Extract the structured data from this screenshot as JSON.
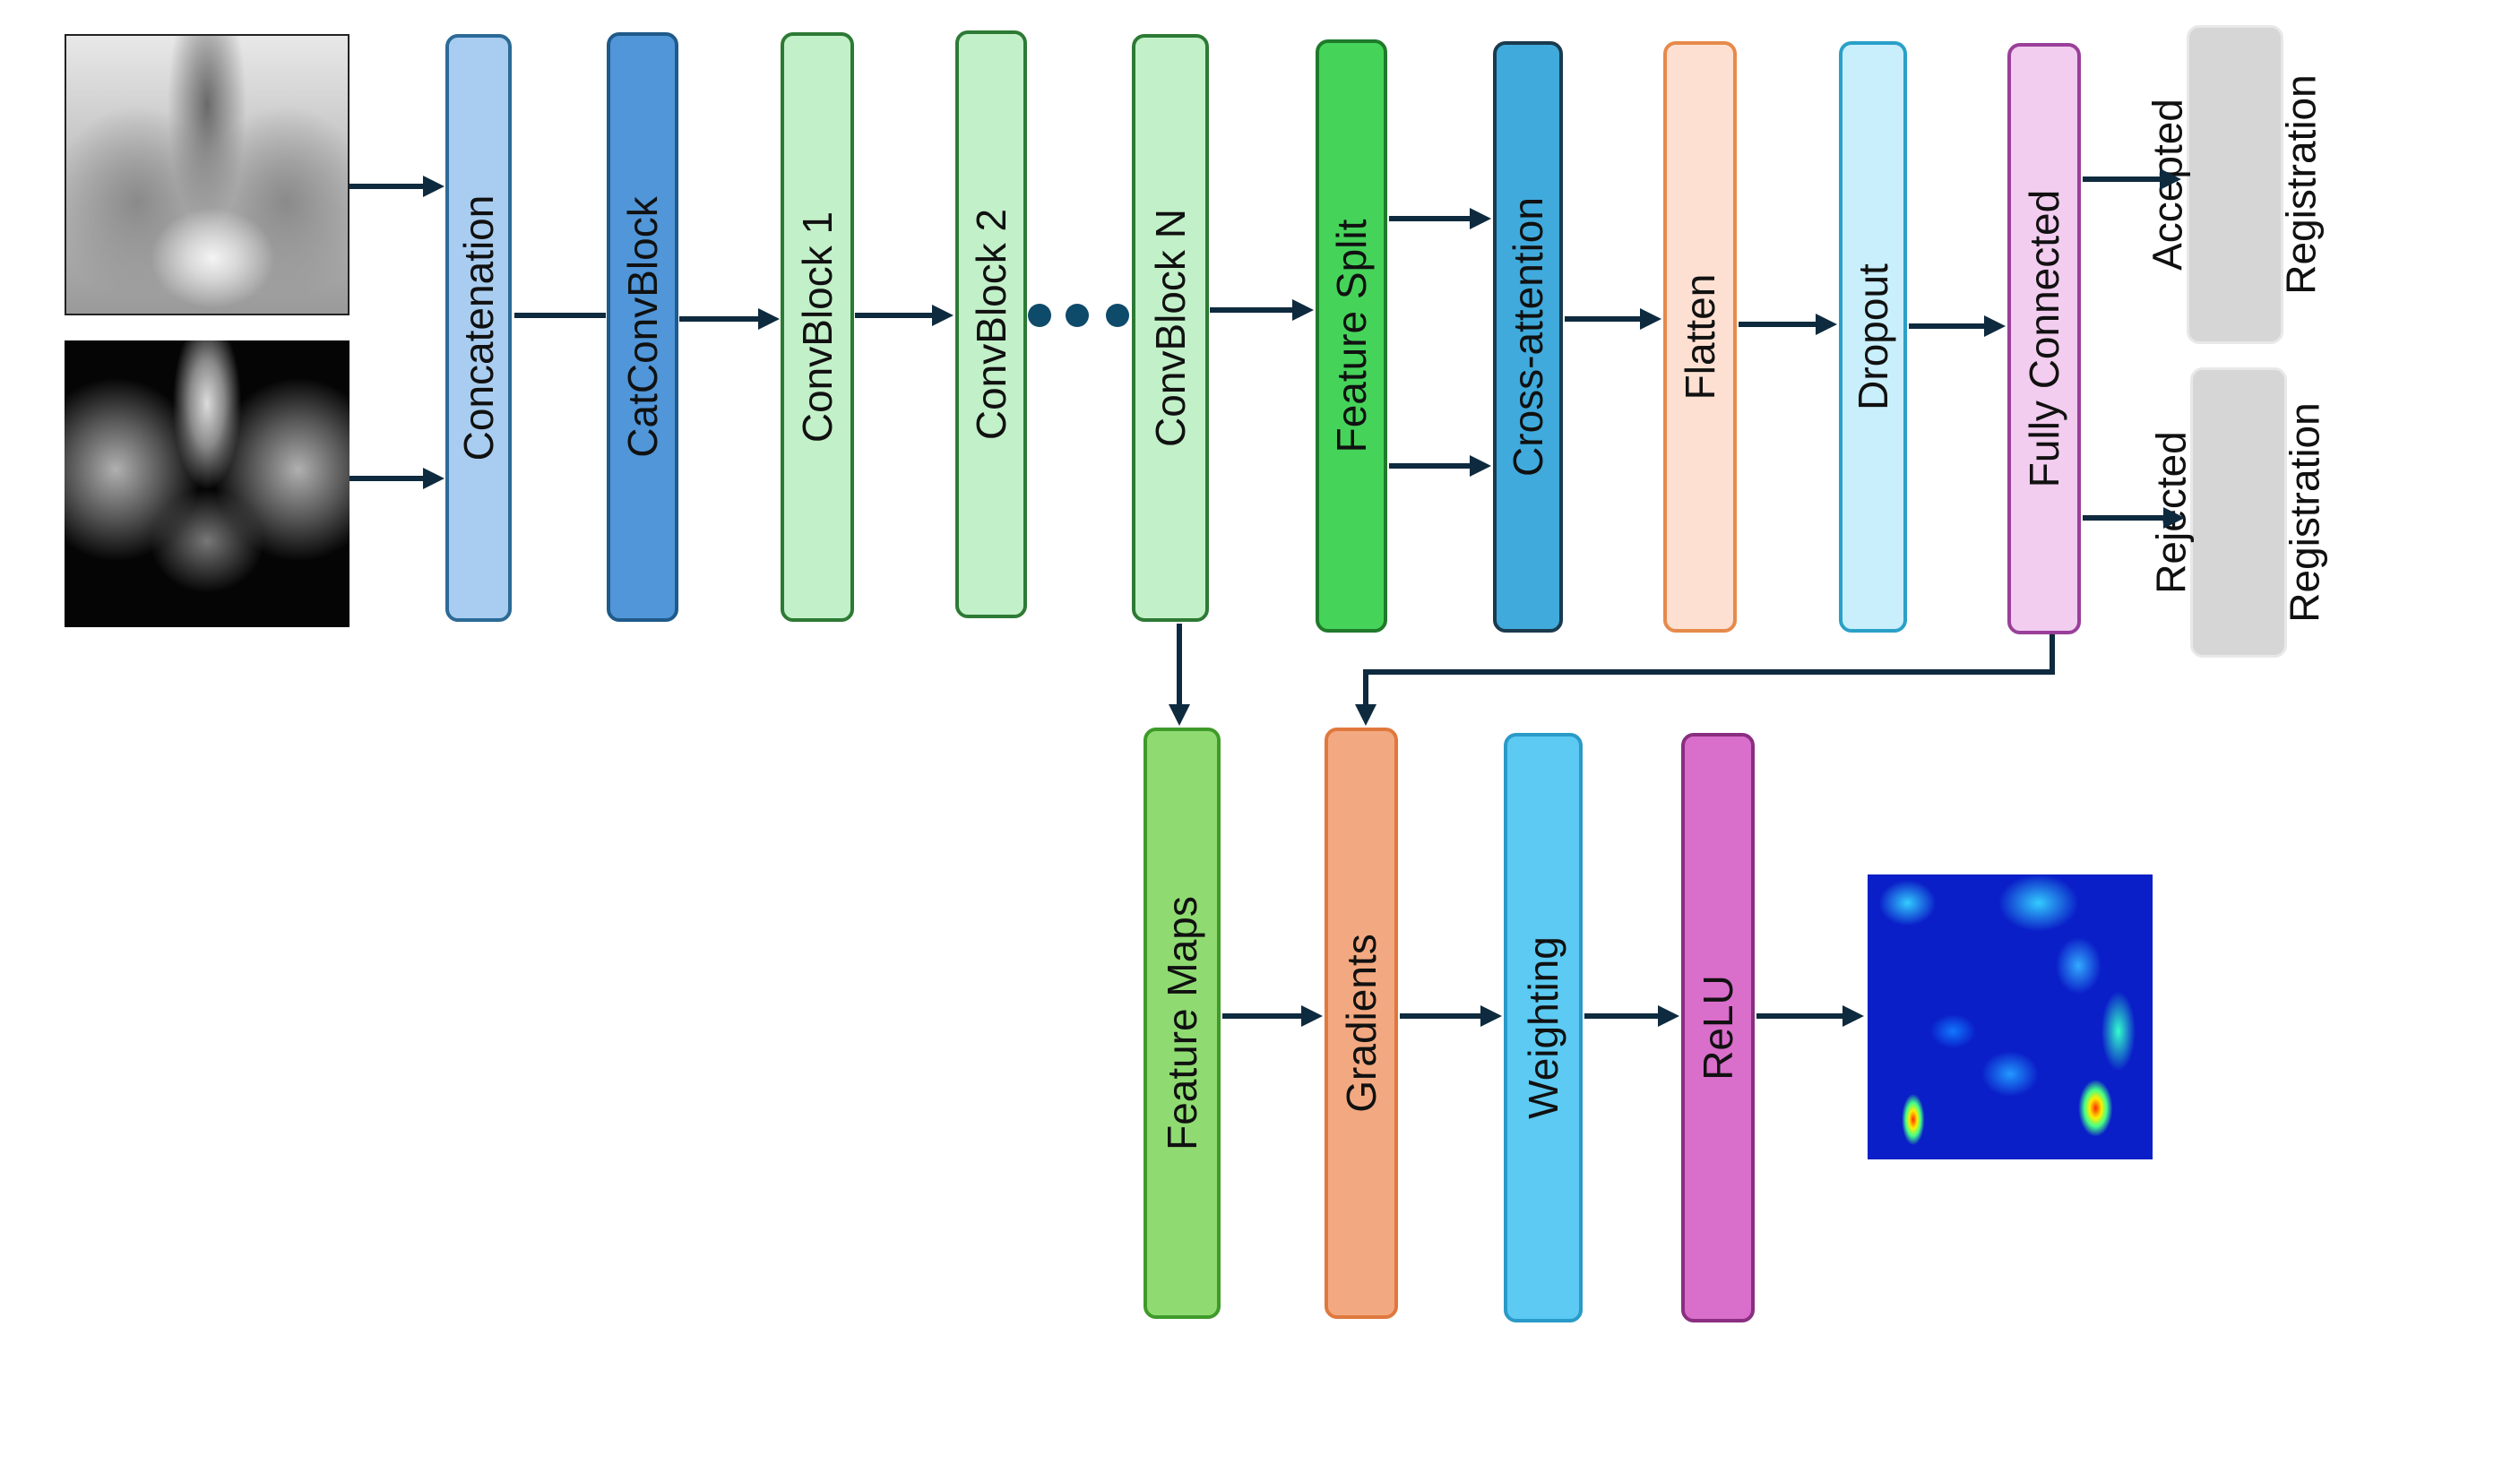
{
  "blocks": {
    "concatenation": "Concatenation",
    "catconvblock": "CatConvBlock",
    "convblock1": "ConvBlock 1",
    "convblock2": "ConvBlock 2",
    "convblockN": "ConvBlock N",
    "feature_split": "Feature Split",
    "cross_attention": "Cross-attention",
    "flatten": "Flatten",
    "dropout": "Dropout",
    "fully_connected": "Fully Connected",
    "feature_maps": "Feature Maps",
    "gradients": "Gradients",
    "weighting": "Weighting",
    "relu": "ReLU"
  },
  "outputs": {
    "accepted": [
      "Accepted",
      "Registration"
    ],
    "rejected": [
      "Rejected",
      "Registration"
    ]
  },
  "colors": {
    "concatenation": {
      "fill": "#a9cdf0",
      "stroke": "#2c6a97"
    },
    "catconvblock": {
      "fill": "#5096d8",
      "stroke": "#1f5a8a"
    },
    "convblock": {
      "fill": "#c2f0c8",
      "stroke": "#2d7a35"
    },
    "feature_split": {
      "fill": "#46d35a",
      "stroke": "#1f7a2a"
    },
    "cross_attention": {
      "fill": "#40aadc",
      "stroke": "#1b3a4e"
    },
    "flatten": {
      "fill": "#fde0d2",
      "stroke": "#e68a4a"
    },
    "dropout": {
      "fill": "#c9effc",
      "stroke": "#2aa0c8"
    },
    "fully_connected": {
      "fill": "#f2cdef",
      "stroke": "#9a3f9a"
    },
    "feature_maps": {
      "fill": "#8fdb72",
      "stroke": "#3f9a2a"
    },
    "gradients": {
      "fill": "#f2a981",
      "stroke": "#e0783e"
    },
    "weighting": {
      "fill": "#5ccaf2",
      "stroke": "#2a9ac8"
    },
    "relu": {
      "fill": "#d96ecb",
      "stroke": "#8a2e80"
    },
    "output_box": "#d6d6d6",
    "arrow": "#0e2a3e"
  }
}
